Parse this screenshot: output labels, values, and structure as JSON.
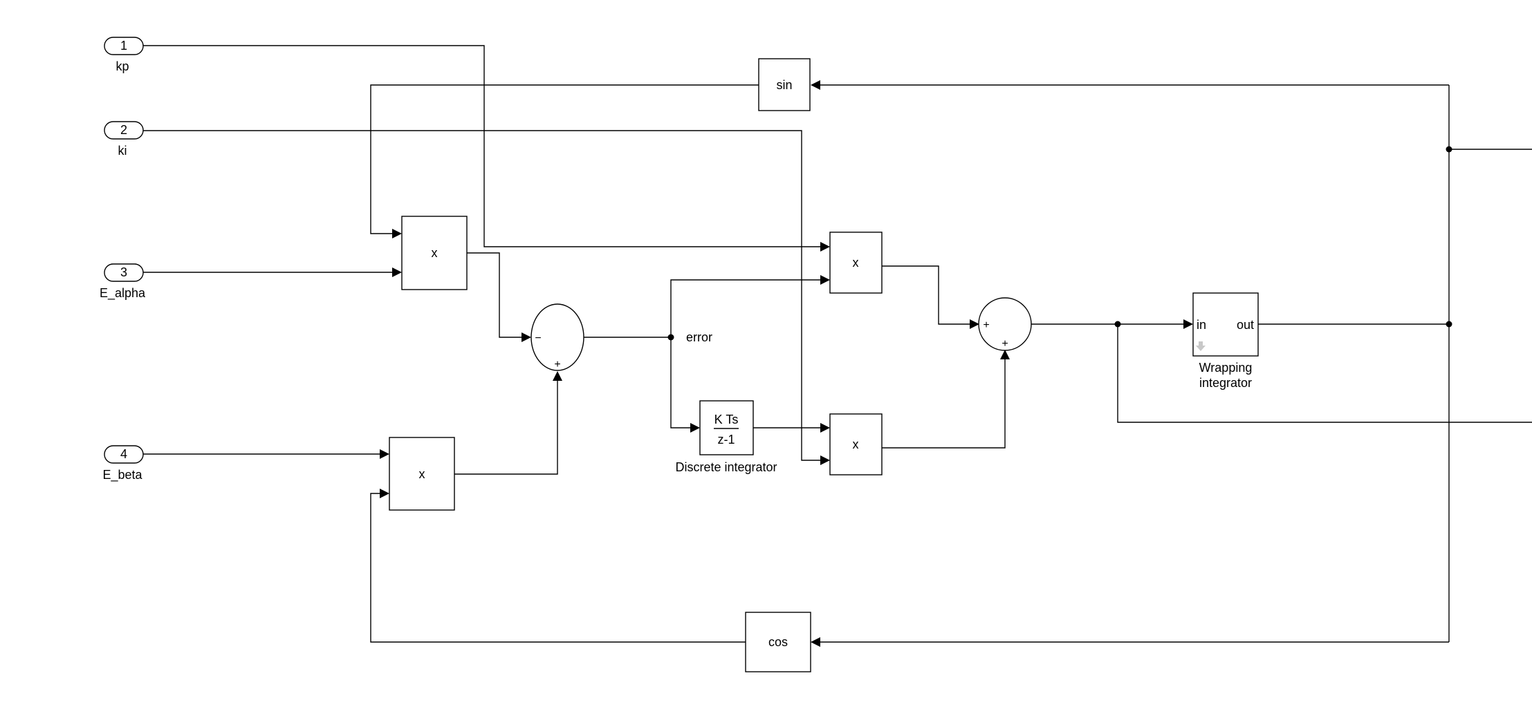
{
  "inports": [
    {
      "number": "1",
      "label": "kp"
    },
    {
      "number": "2",
      "label": "ki"
    },
    {
      "number": "3",
      "label": "E_alpha"
    },
    {
      "number": "4",
      "label": "E_beta"
    }
  ],
  "blocks": {
    "sin": "sin",
    "cos": "cos",
    "product": "x",
    "integrator_num": "K Ts",
    "integrator_den": "z-1",
    "integrator_label": "Discrete integrator",
    "wrap_in": "in",
    "wrap_out": "out",
    "wrap_label_1": "Wrapping",
    "wrap_label_2": "integrator"
  },
  "signals": {
    "error": "error"
  },
  "sum_signs": {
    "minus": "−",
    "plus": "+"
  }
}
